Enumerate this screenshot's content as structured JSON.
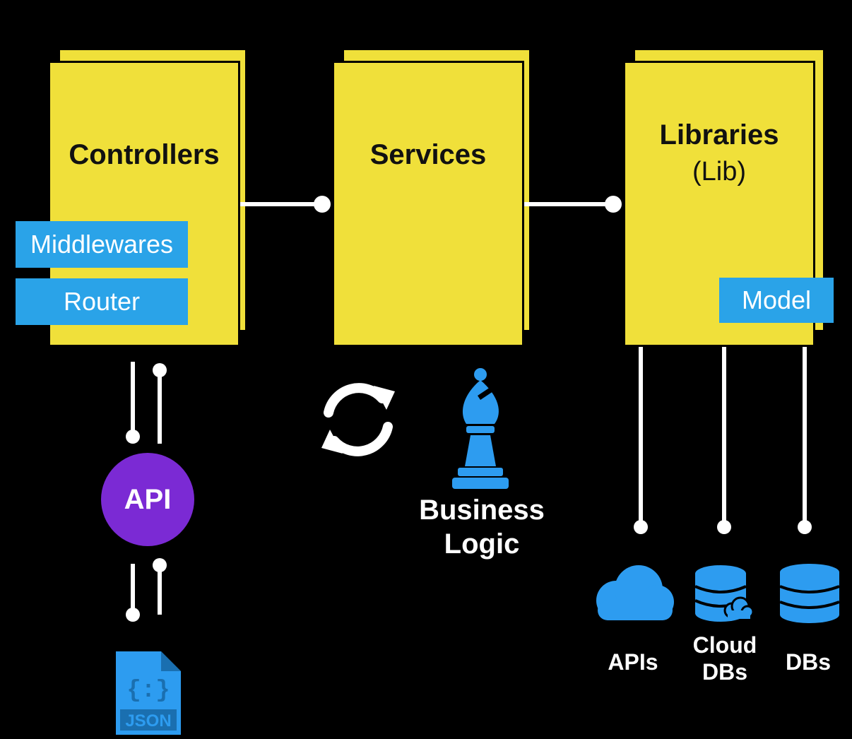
{
  "colors": {
    "background": "#000000",
    "card": "#f0e03a",
    "tag": "#2aa3e8",
    "connector": "#ffffff",
    "api": "#7b2ad4",
    "icon": "#2d9cf0"
  },
  "controllers": {
    "title": "Controllers",
    "tags": [
      "Middlewares",
      "Router"
    ]
  },
  "services": {
    "title": "Services"
  },
  "libraries": {
    "title": "Libraries",
    "subtitle": "(Lib)",
    "tag": "Model"
  },
  "api": {
    "label": "API"
  },
  "json_icon": {
    "label": "JSON",
    "glyph": "{:}"
  },
  "business_logic": {
    "line1": "Business",
    "line2": "Logic"
  },
  "outputs": {
    "apis": "APIs",
    "cloud_dbs_line1": "Cloud",
    "cloud_dbs_line2": "DBs",
    "dbs": "DBs"
  },
  "icons": {
    "sync": "refresh-icon",
    "bishop": "chess-bishop-icon",
    "cloud": "cloud-icon",
    "cloud_db": "cloud-database-icon",
    "db": "database-icon",
    "json": "json-file-icon"
  }
}
